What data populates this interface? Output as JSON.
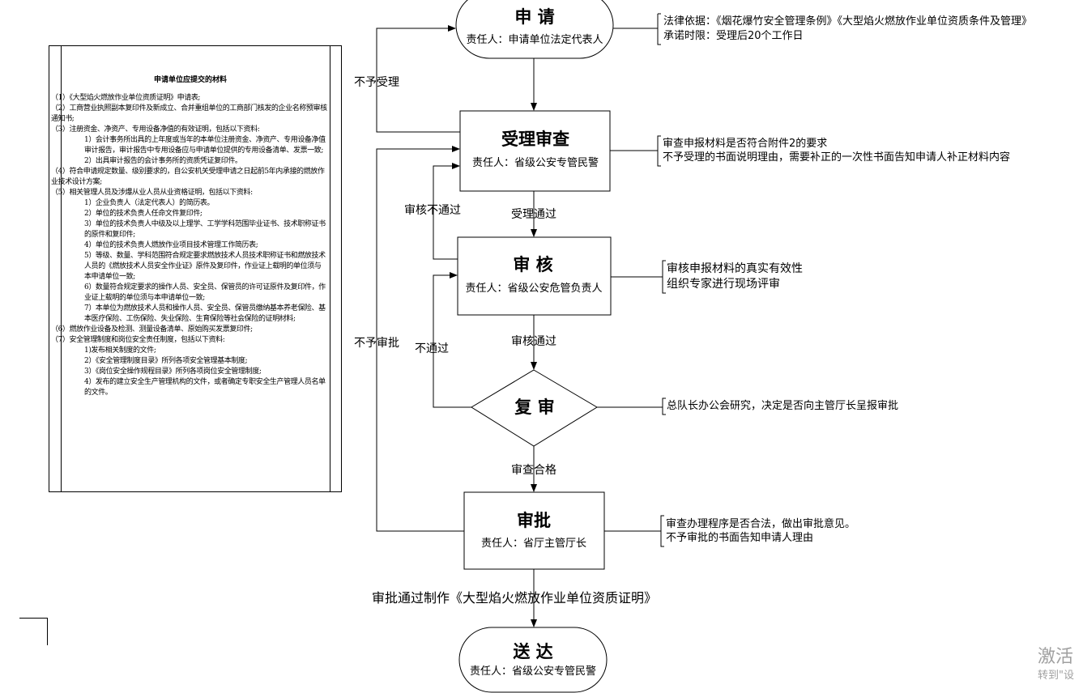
{
  "materials": {
    "title": "申请单位应提交的材料",
    "lines": [
      {
        "text": "（1）《大型焰火燃放作业单位资质证明》申请表;",
        "indent": false
      },
      {
        "text": "（2）工商营业执照副本复印件及新成立、合并重组单位的工商部门核发的企业名称预审核通知书;",
        "indent": false
      },
      {
        "text": "（3）注册资金、净资产、专用设备净值的有效证明，包括以下资料:",
        "indent": false
      },
      {
        "text": "1）会计事务所出具的上年度或当年的本单位注册资金、净资产、专用设备净值审计报告，审计报告中专用设备应与申请单位提供的专用设备清单、发票一致;",
        "indent": true
      },
      {
        "text": "2）出具审计报告的会计事务所的资质凭证复印件。",
        "indent": true
      },
      {
        "text": "（4）符合申请规定数量、级别要求的，自公安机关受理申请之日起前5年内承接的燃放作业技术设计方案;",
        "indent": false
      },
      {
        "text": "（5）相关管理人员及涉爆从业人员从业资格证明，包括以下资料:",
        "indent": false
      },
      {
        "text": "1）企业负责人（法定代表人）的简历表。",
        "indent": true
      },
      {
        "text": "2）单位的技术负责人任命文件复印件;",
        "indent": true
      },
      {
        "text": "3）单位的技术负责人中级及以上理学、工学学科范围毕业证书、技术职称证书的原件和复印件;",
        "indent": true
      },
      {
        "text": "4）单位的技术负责人燃放作业项目技术管理工作简历表;",
        "indent": true
      },
      {
        "text": "5）等级、数量、学科范围符合规定要求燃放技术人员技术职称证书和燃放技术人员的《燃放技术人员安全作业证》原件及复印件，作业证上载明的单位须与本申请单位一致;",
        "indent": true
      },
      {
        "text": "6）数量符合规定要求的操作人员、安全员、保管员的许可证原件及复印件，作业证上载明的单位须与本申请单位一致;",
        "indent": true
      },
      {
        "text": "7）本单位为燃放技术人员和操作人员、安全员、保管员缴纳基本养老保险、基本医疗保险、工伤保险、失业保险、生育保险等社会保险的证明材料;",
        "indent": true
      },
      {
        "text": "（6）燃放作业设备及检测、测量设备清单、原始购买发票复印件;",
        "indent": false
      },
      {
        "text": "（7）安全管理制度和岗位安全责任制度，包括以下资料:",
        "indent": false
      },
      {
        "text": "1)发布相关制度的文件;",
        "indent": true
      },
      {
        "text": "2）《安全管理制度目录》所列各项安全管理基本制度;",
        "indent": true
      },
      {
        "text": "3）《岗位安全操作规程目录》所列各项岗位安全管理制度;",
        "indent": true
      },
      {
        "text": "4）发布的建立安全生产管理机构的文件，或者确定专职安全生产管理人员名单的文件。",
        "indent": true
      }
    ]
  },
  "steps": {
    "apply": {
      "title": "申 请",
      "resp": "责任人：申请单位法定代表人"
    },
    "accept": {
      "title": "受理审查",
      "resp": "责任人：省级公安专管民警"
    },
    "audit": {
      "title": "审  核",
      "resp": "责任人：省级公安危管负责人"
    },
    "review": {
      "title": "复  审"
    },
    "approve": {
      "title": "审批",
      "resp": "责任人：省厅主管厅长"
    },
    "deliver": {
      "title": "送  达",
      "resp": "责任人：省级公安专管民警"
    }
  },
  "edges": {
    "accept_pass": "受理通过",
    "audit_pass": "审核通过",
    "review_pass": "审查合格",
    "no_accept": "不予受理",
    "audit_fail": "审核不通过",
    "review_fail": "不通过",
    "no_approve": "不予审批",
    "make_cert": "审批通过制作《大型焰火燃放作业单位资质证明》"
  },
  "notes": {
    "apply": [
      "法律依据：《烟花爆竹安全管理条例》《大型焰火燃放作业单位资质条件及管理》",
      "承诺时限：受理后20个工作日"
    ],
    "accept": [
      "审查申报材料是否符合附件2的要求",
      "不予受理的书面说明理由，需要补正的一次性书面告知申请人补正材料内容"
    ],
    "audit": [
      "审核申报材料的真实有效性",
      "组织专家进行现场评审"
    ],
    "review": [
      "总队长办公会研究，决定是否向主管厅长呈报审批"
    ],
    "approve": [
      "审查办理程序是否合法，做出审批意见。",
      "不予审批的书面告知申请人理由"
    ]
  },
  "watermark": {
    "line1": "激活",
    "line2": "转到\"设"
  }
}
